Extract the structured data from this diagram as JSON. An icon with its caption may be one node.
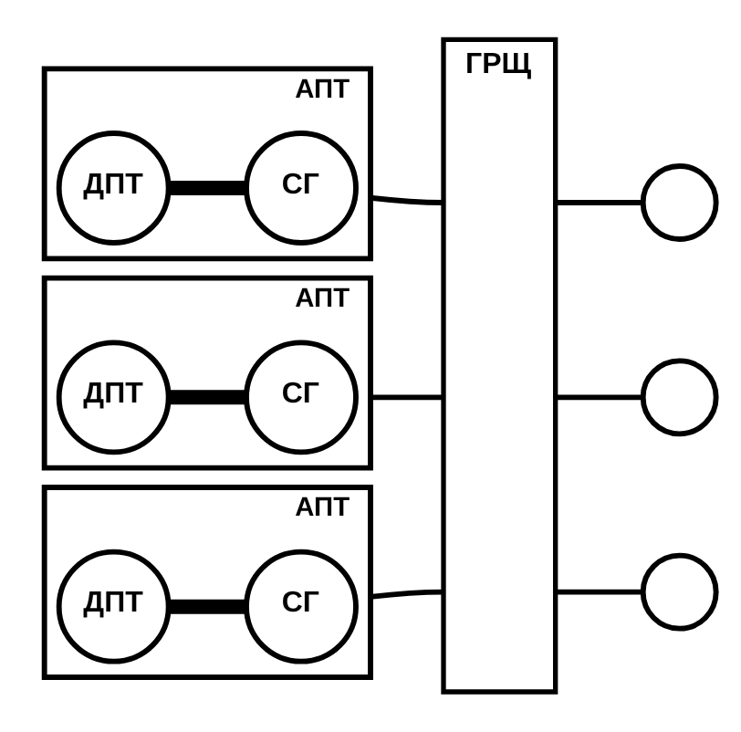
{
  "diagram": {
    "nodes": [
      {
        "text": [
          "АПТ"
        ]
      },
      {
        "text": [
          "ДПТ"
        ],
        "in": 0
      },
      {
        "text": [
          "СГ"
        ],
        "in": 0
      },
      {
        "text": [
          "АПТ"
        ]
      },
      {
        "text": [
          "ДПТ"
        ],
        "in": 3
      },
      {
        "text": [
          "СГ"
        ],
        "in": 3
      },
      {
        "text": [
          "АПТ"
        ]
      },
      {
        "text": [
          "ДПТ"
        ],
        "in": 6
      },
      {
        "text": [
          "СГ"
        ],
        "in": 6
      },
      {
        "text": [
          "ГРЩ"
        ]
      },
      {
        "text": [],
        "shape": "circle"
      },
      {
        "text": [],
        "shape": "circle"
      },
      {
        "text": [],
        "shape": "circle"
      }
    ],
    "edges": [
      {
        "from": 1,
        "to": 2,
        "arrow": "none",
        "style": "thick"
      },
      {
        "from": 0,
        "to": 9,
        "arrow": "none"
      },
      {
        "from": 4,
        "to": 5,
        "arrow": "none",
        "style": "thick"
      },
      {
        "from": 3,
        "to": 9,
        "arrow": "none"
      },
      {
        "from": 7,
        "to": 8,
        "arrow": "none",
        "style": "thick"
      },
      {
        "from": 6,
        "to": 9,
        "arrow": "none"
      },
      {
        "from": 9,
        "to": 10,
        "arrow": "none"
      },
      {
        "from": 9,
        "to": 11,
        "arrow": "none"
      },
      {
        "from": 9,
        "to": 12,
        "arrow": "none"
      }
    ]
  }
}
